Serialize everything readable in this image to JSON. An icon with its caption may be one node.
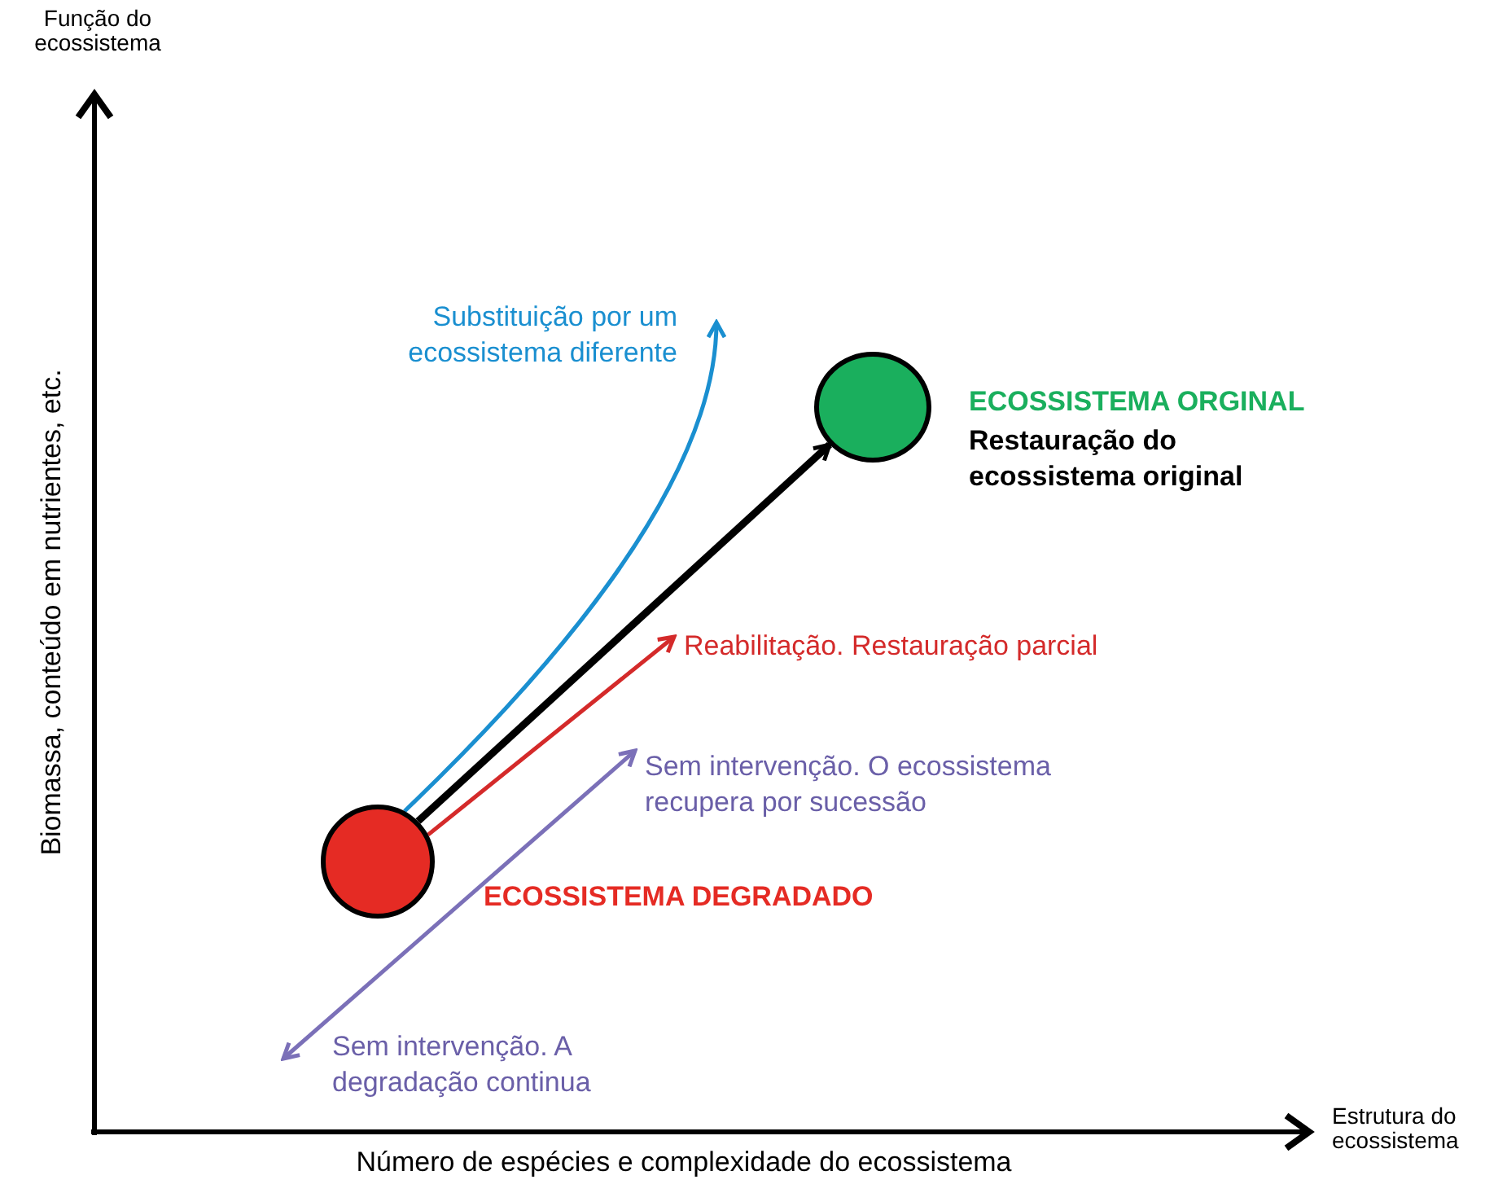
{
  "diagram": {
    "nodes": [
      {
        "text": [],
        "shape": "circle",
        "beside": [
          "ECOSSISTEMA DEGRADADO"
        ]
      },
      {
        "text": [],
        "shape": "circle",
        "beside": [
          "ECOSSISTEMA ORGINAL",
          "Restauração do ecossistema original"
        ]
      },
      {
        "text": [
          "Substituição por um ecossistema diferente"
        ]
      },
      {
        "text": [
          "Reabilitação. Restauração parcial"
        ]
      },
      {
        "text": [
          "Sem intervenção. O ecossistema recupera por sucessão"
        ]
      },
      {
        "text": [
          "Sem intervenção. A degradação continua"
        ]
      }
    ],
    "edges": [
      {
        "from": 0,
        "to": 1,
        "arrow": "to",
        "style": "thick"
      },
      {
        "from": 0,
        "to": 2,
        "arrow": "to",
        "color": "#1a8fd0"
      },
      {
        "from": 0,
        "to": 3,
        "arrow": "to",
        "color": "#d42a2a"
      },
      {
        "from": 5,
        "to": 4,
        "arrow": "both",
        "color": "#7b70b8"
      }
    ],
    "labels": [
      "Função do ecossistema",
      "Biomassa, conteúdo em nutrientes, etc.",
      "Estrutura do ecossistema",
      "Número de espécies e complexidade do ecossistema"
    ]
  }
}
